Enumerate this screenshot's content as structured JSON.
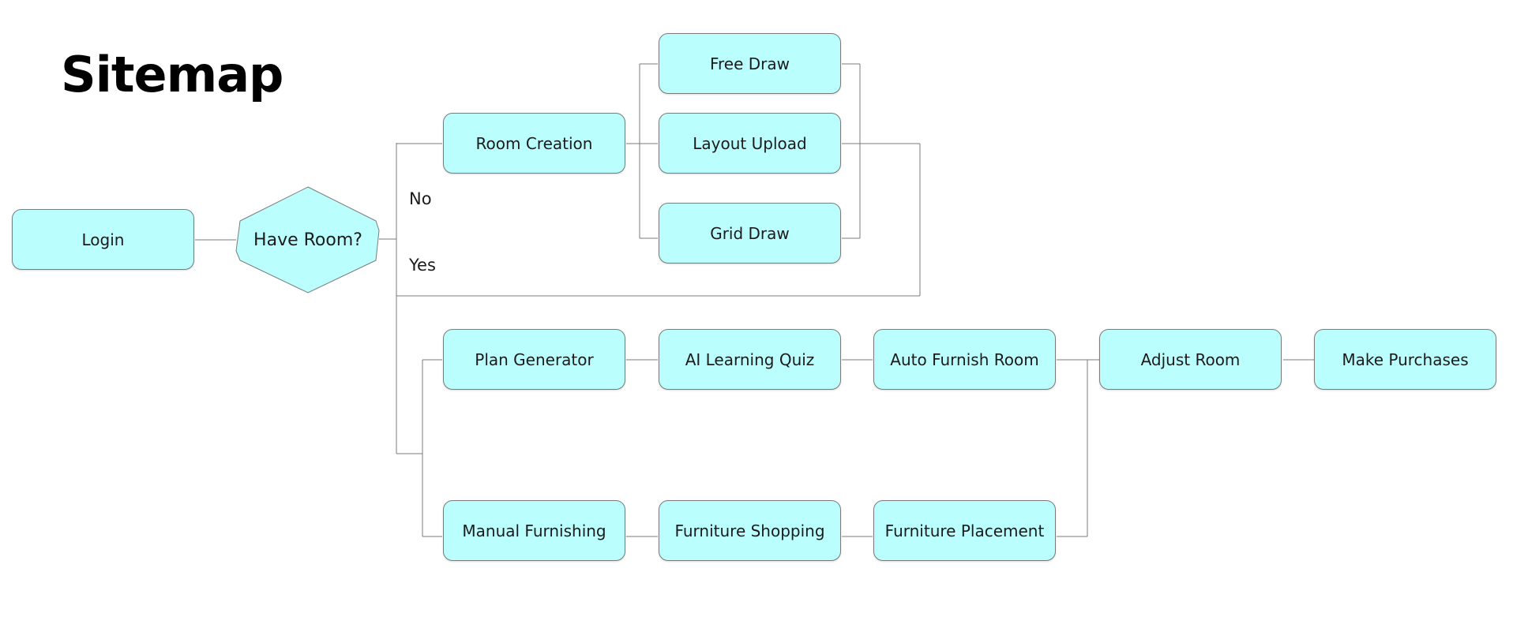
{
  "title": "Sitemap",
  "nodes": {
    "login": "Login",
    "have_room": "Have Room?",
    "room_creation": "Room Creation",
    "free_draw": "Free Draw",
    "layout_upload": "Layout Upload",
    "grid_draw": "Grid Draw",
    "plan_generator": "Plan Generator",
    "ai_learning_quiz": "AI Learning Quiz",
    "auto_furnish_room": "Auto Furnish Room",
    "adjust_room": "Adjust Room",
    "make_purchases": "Make Purchases",
    "manual_furnishing": "Manual Furnishing",
    "furniture_shopping": "Furniture Shopping",
    "furniture_placement": "Furniture Placement"
  },
  "branches": {
    "no": "No",
    "yes": "Yes"
  },
  "colors": {
    "node_fill": "#bafffd",
    "node_border": "#7b7b7b",
    "connector": "#7b7b7b",
    "text": "#1b1b1b"
  }
}
